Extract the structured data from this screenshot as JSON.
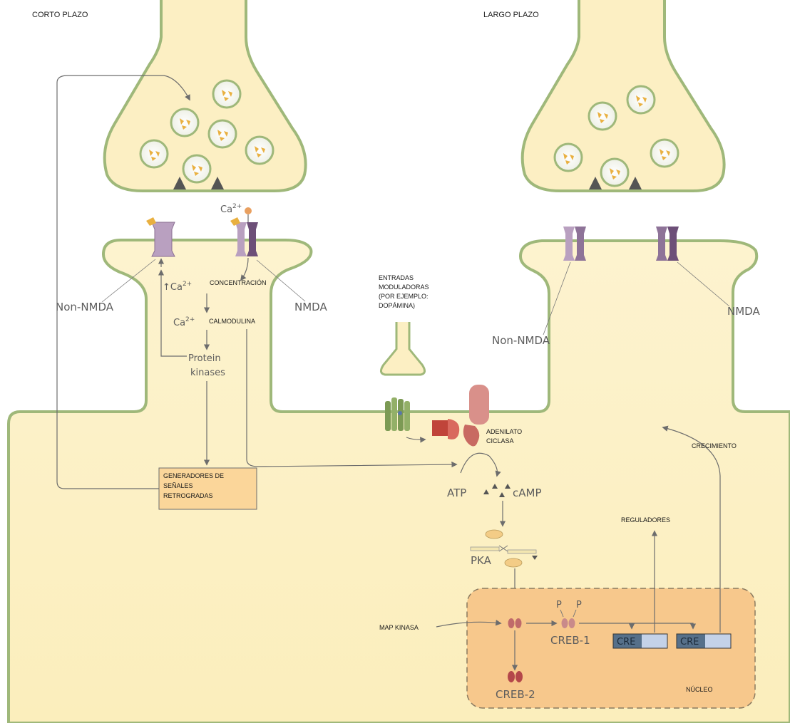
{
  "headers": {
    "short_term": "CORTO PLAZO",
    "long_term": "LARGO PLAZO"
  },
  "left": {
    "ca_ion": "Ca",
    "ca_sup": "2+",
    "up_ca": "↑Ca",
    "concentracion": "CONCENTRACIÓN",
    "ca_cal": "Ca",
    "calmodulina": "CALMODULINA",
    "protein": "Protein",
    "kinases": "kinases",
    "non_nmda": "Non-NMDA",
    "nmda": "NMDA",
    "generadores": [
      "GENERADORES DE",
      "SEÑALES",
      "RETROGRADAS"
    ]
  },
  "right": {
    "non_nmda": "Non-NMDA",
    "nmda": "NMDA"
  },
  "modulatory": [
    "ENTRADAS",
    "MODULADORAS",
    "(POR EJEMPLO:",
    "DOPÁMINA)"
  ],
  "pathway": {
    "adenilato": [
      "ADENILATO",
      "CICLASA"
    ],
    "atp": "ATP",
    "camp": "cAMP",
    "pka": "PKA",
    "map_kinasa": "MAP KINASA",
    "p1": "P",
    "p2": "P",
    "creb1": "CREB-1",
    "creb2": "CREB-2",
    "cre1": "CRE",
    "cre2": "CRE",
    "reguladores": "REGULADORES",
    "crecimiento": "CRECIMIENTO",
    "nucleo": "NÚCLEO"
  },
  "colors": {
    "cytoplasm": "#fcefc3",
    "membrane": "#9fb87a",
    "nucleus": "#f7c88c",
    "receptor_light": "#b9a0c0",
    "receptor_dark": "#6d4f78",
    "transmitter": "#e9b040",
    "cre_box": "#56708a"
  }
}
